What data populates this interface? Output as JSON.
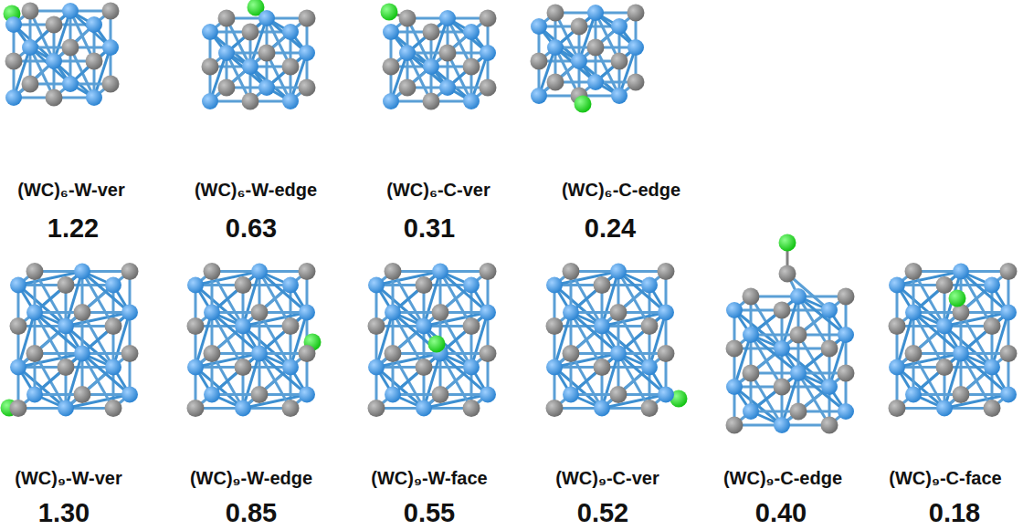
{
  "diagram": {
    "labels": [
      "(WC)₆-W-ver",
      "(WC)₆-W-edge",
      "(WC)₆-C-ver",
      "(WC)₆-C-edge",
      "1.22",
      "0.63",
      "0.31",
      "0.24",
      "(WC)₉-W-ver",
      "(WC)₉-W-edge",
      "(WC)₉-W-face",
      "(WC)₉-C-ver",
      "(WC)₉-C-edge",
      "(WC)₉-C-face",
      "1.30",
      "0.85",
      "0.55",
      "0.52",
      "0.40",
      "0.18"
    ]
  }
}
